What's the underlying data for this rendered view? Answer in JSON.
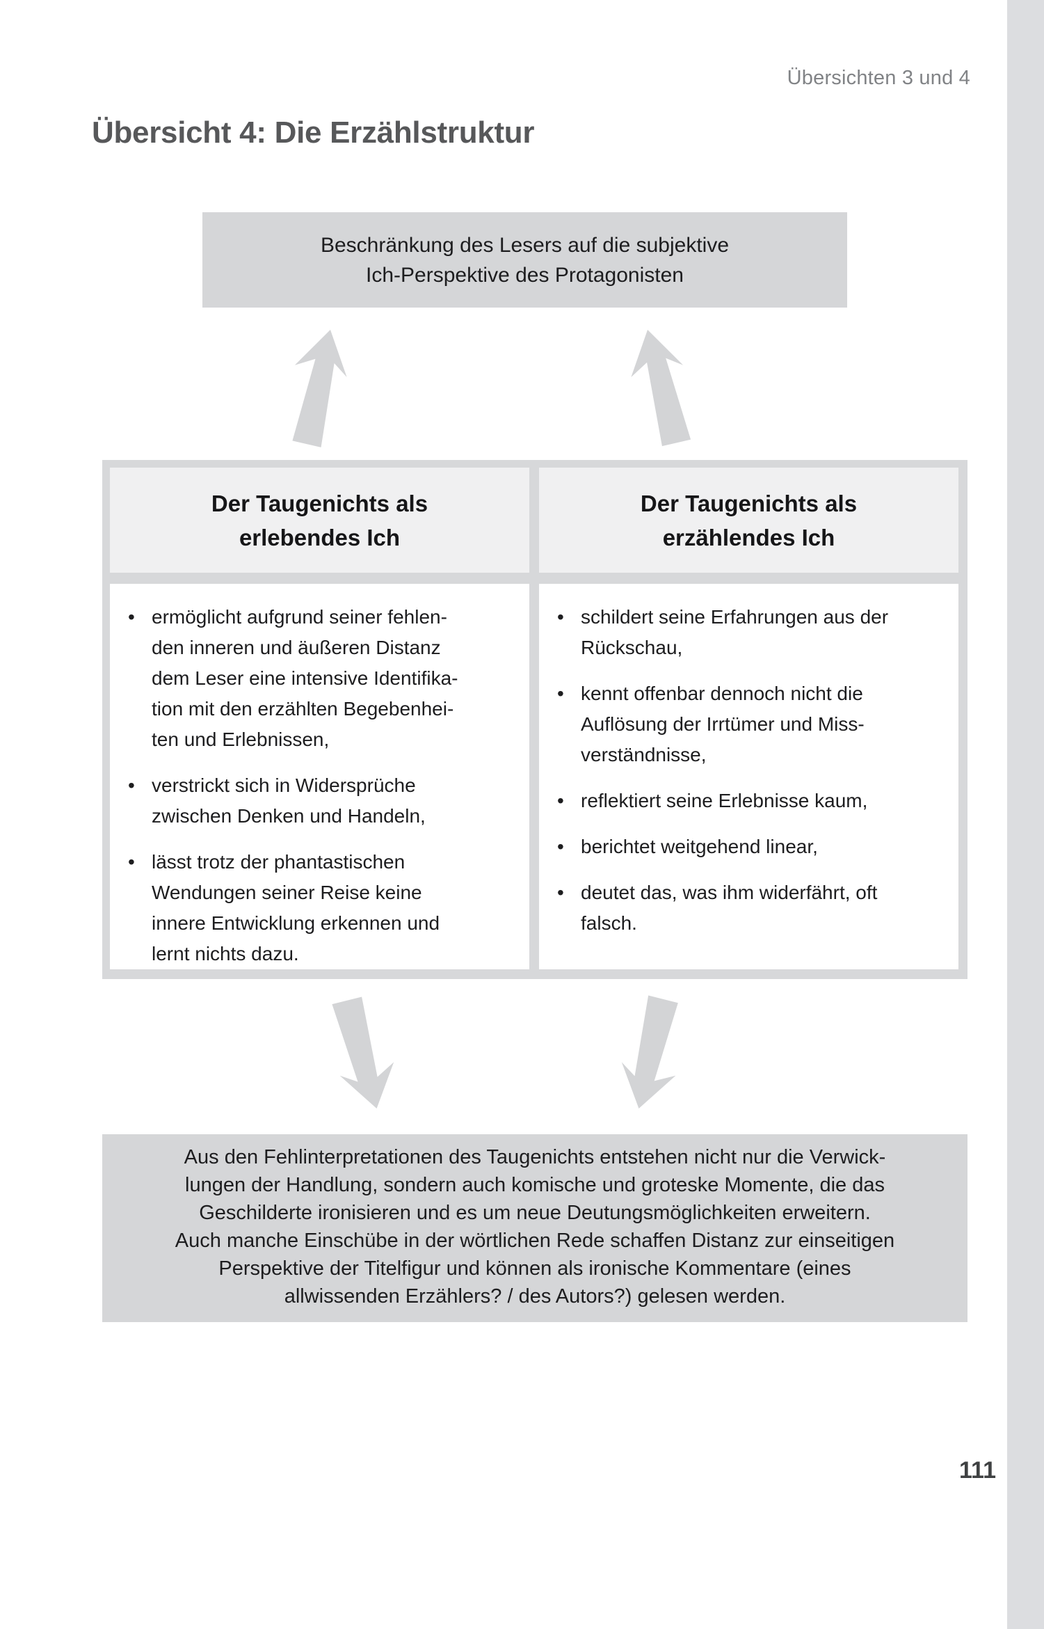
{
  "page": {
    "running_head": "Übersichten 3 und 4",
    "title": "Übersicht 4: Die Erzählstruktur",
    "page_number": "111"
  },
  "colors": {
    "box_gray": "#d5d6d8",
    "frame_gray": "#d7d8da",
    "panel_light": "#f0f0f1",
    "arrow_gray": "#d3d4d6",
    "edge_strip_gray": "#dcdde0",
    "text_black": "#1d1d1f",
    "title_gray": "#57585a",
    "running_head_gray": "#818386"
  },
  "icons": {
    "up_arrow_left": "arrow pointing up toward top box (tilted right)",
    "up_arrow_right": "arrow pointing up toward top box (tilted left)",
    "down_arrow_left": "arrow pointing down toward bottom box (tilted right)",
    "down_arrow_right": "arrow pointing down toward bottom box (tilted left)"
  },
  "diagram": {
    "bullet_char": "•",
    "top_box_lines": [
      "Beschränkung des Lesers auf die subjektive",
      "Ich-Perspektive des Protagonisten"
    ],
    "columns": [
      {
        "title_lines": [
          "Der Taugenichts als",
          "erlebendes Ich"
        ],
        "bullets": [
          [
            "ermöglicht aufgrund seiner fehlen-",
            "den inneren und äußeren Distanz",
            "dem Leser eine intensive Identifika-",
            "tion mit den erzählten Begebenhei-",
            "ten und Erlebnissen,"
          ],
          [
            "verstrickt sich in Widersprüche",
            "zwischen Denken und Handeln,"
          ],
          [
            "lässt trotz der phantastischen",
            "Wendungen seiner Reise keine",
            "innere Entwicklung erkennen und",
            "lernt nichts dazu."
          ]
        ]
      },
      {
        "title_lines": [
          "Der Taugenichts als",
          "erzählendes Ich"
        ],
        "bullets": [
          [
            "schildert seine Erfahrungen aus der",
            "Rückschau,"
          ],
          [
            "kennt offenbar dennoch nicht die",
            "Auflösung der Irrtümer und Miss-",
            "verständnisse,"
          ],
          [
            "reflektiert seine Erlebnisse kaum,"
          ],
          [
            "berichtet weitgehend linear,"
          ],
          [
            "deutet das, was ihm widerfährt, oft",
            "falsch."
          ]
        ]
      }
    ],
    "bottom_box_lines": [
      "Aus den Fehlinterpretationen des Taugenichts entstehen nicht nur die Verwick-",
      "lungen der Handlung, sondern auch komische und groteske Momente, die das",
      "Geschilderte ironisieren und es um neue Deutungsmöglichkeiten erweitern.",
      "Auch manche Einschübe in der wörtlichen Rede schaffen Distanz zur einseitigen",
      "Perspektive der Titelfigur und können als ironische Kommentare (eines",
      "allwissenden Erzählers? / des Autors?) gelesen werden."
    ]
  }
}
